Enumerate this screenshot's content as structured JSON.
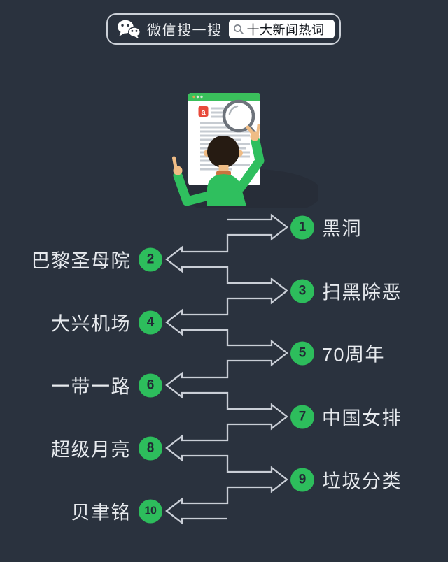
{
  "header": {
    "wechat_label": "微信搜一搜",
    "search_query": "十大新闻热词"
  },
  "illustration": {
    "name": "person-searching-document-with-magnifier",
    "doc_icon_letter": "a"
  },
  "list": {
    "items": [
      {
        "rank": "1",
        "label": "黑洞",
        "side": "right"
      },
      {
        "rank": "2",
        "label": "巴黎圣母院",
        "side": "left"
      },
      {
        "rank": "3",
        "label": "扫黑除恶",
        "side": "right"
      },
      {
        "rank": "4",
        "label": "大兴机场",
        "side": "left"
      },
      {
        "rank": "5",
        "label": "70周年",
        "side": "right"
      },
      {
        "rank": "6",
        "label": "一带一路",
        "side": "left"
      },
      {
        "rank": "7",
        "label": "中国女排",
        "side": "right"
      },
      {
        "rank": "8",
        "label": "超级月亮",
        "side": "left"
      },
      {
        "rank": "9",
        "label": "垃圾分类",
        "side": "right"
      },
      {
        "rank": "10",
        "label": "贝聿铭",
        "side": "left"
      }
    ]
  },
  "colors": {
    "background": "#2a323e",
    "accent_green": "#2dbd5c",
    "line_gray": "#c9ced6",
    "text_light": "#e7eaee",
    "search_text_dark": "#15191f",
    "doc_icon_red": "#e8493a"
  }
}
